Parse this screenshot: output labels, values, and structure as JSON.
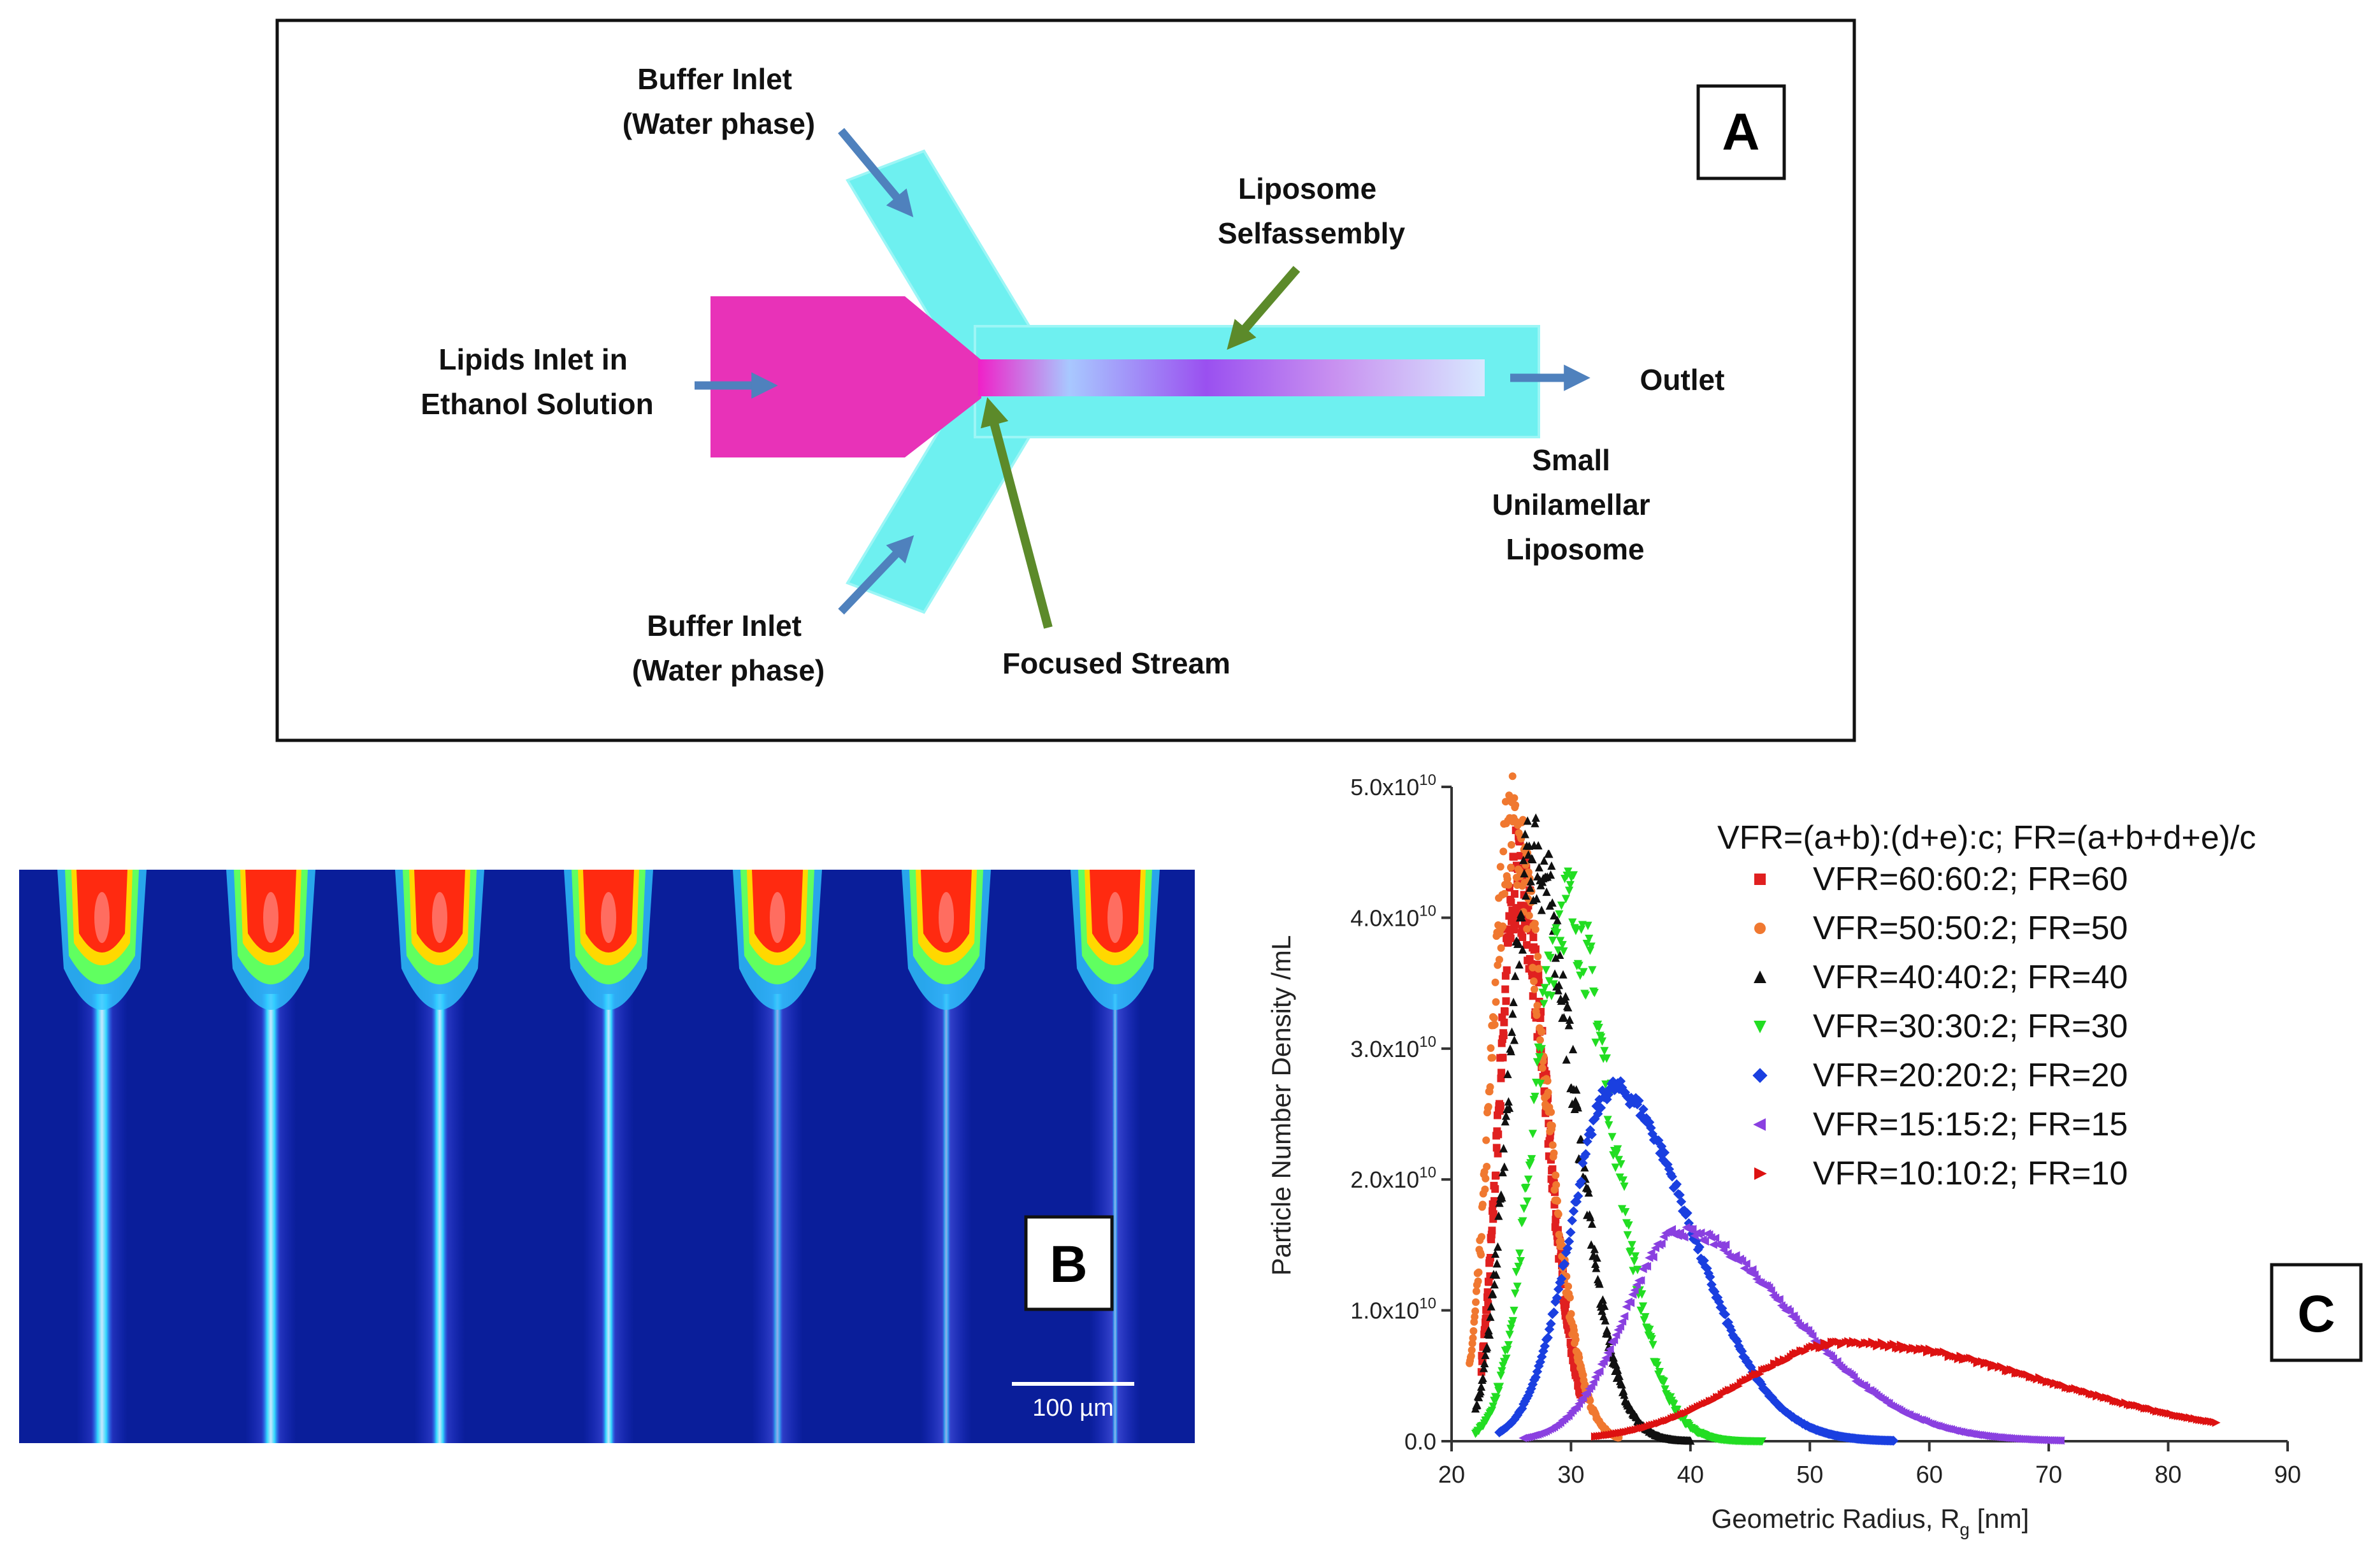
{
  "panel_a": {
    "label": "A",
    "buffer_inlet_top": [
      "Buffer Inlet",
      "(Water phase)"
    ],
    "buffer_inlet_bottom": [
      "Buffer Inlet",
      "(Water phase)"
    ],
    "lipids_inlet": [
      "Lipids Inlet in",
      "Ethanol Solution"
    ],
    "liposome_selfassembly": [
      "Liposome",
      "Selfassembly"
    ],
    "outlet": "Outlet",
    "small_unilamellar": [
      "Small",
      "Unilamellar",
      "Liposome"
    ],
    "focused_stream": "Focused Stream",
    "colors": {
      "lipid": "#e832b8",
      "buffer": "#6ef0f0",
      "arrow_blue": "#4f81bd",
      "arrow_green": "#5c8a2a"
    }
  },
  "panel_b": {
    "label": "B",
    "scale_bar": "100 µm",
    "stream_count": 7,
    "colors": {
      "background": "#0a1e9a"
    }
  },
  "chart_data": {
    "type": "scatter",
    "panel_label": "C",
    "xlabel": "Geometric Radius, R",
    "xlabel_sub": "g",
    "xlabel_unit": " [nm]",
    "ylabel": "Particle Number Density /mL",
    "xlim": [
      20,
      90
    ],
    "ylim": [
      0,
      50000000000.0
    ],
    "x_ticks": [
      "20",
      "30",
      "40",
      "50",
      "60",
      "70",
      "80",
      "90"
    ],
    "y_ticks": [
      {
        "mant": "0.0",
        "exp": ""
      },
      {
        "mant": "1.0x10",
        "exp": "10"
      },
      {
        "mant": "2.0x10",
        "exp": "10"
      },
      {
        "mant": "3.0x10",
        "exp": "10"
      },
      {
        "mant": "4.0x10",
        "exp": "10"
      },
      {
        "mant": "5.0x10",
        "exp": "10"
      }
    ],
    "legend_title": "VFR=(a+b):(d+e):c; FR=(a+b+d+e)/c",
    "legend_placement": "top-right",
    "series": [
      {
        "name": "VFR=60:60:2; FR=60",
        "color": "#e02020",
        "marker": "square",
        "peak_x": 25.5,
        "peak_y": 43000000000.0,
        "start_x": 22.5,
        "end_x": 31,
        "width_l": 1.5,
        "width_r": 2.4
      },
      {
        "name": "VFR=50:50:2; FR=50",
        "color": "#f07830",
        "marker": "circle",
        "peak_x": 25.0,
        "peak_y": 47000000000.0,
        "start_x": 21.5,
        "end_x": 34,
        "width_l": 1.7,
        "width_r": 2.8
      },
      {
        "name": "VFR=40:40:2; FR=40",
        "color": "#101010",
        "marker": "triangle-up",
        "peak_x": 26.8,
        "peak_y": 45000000000.0,
        "start_x": 22,
        "end_x": 40,
        "width_l": 2.0,
        "width_r": 3.4
      },
      {
        "name": "VFR=30:30:2; FR=30",
        "color": "#22dd22",
        "marker": "triangle-down",
        "peak_x": 29.5,
        "peak_y": 41000000000.0,
        "start_x": 22,
        "end_x": 46,
        "width_l": 2.6,
        "width_r": 3.9
      },
      {
        "name": "VFR=20:20:2; FR=20",
        "color": "#1a3fe0",
        "marker": "diamond",
        "peak_x": 33.5,
        "peak_y": 27000000000.0,
        "start_x": 24,
        "end_x": 57,
        "width_l": 3.5,
        "width_r": 6.5
      },
      {
        "name": "VFR=15:15:2; FR=15",
        "color": "#8a40e0",
        "marker": "triangle-left",
        "peak_x": 39.0,
        "peak_y": 16000000000.0,
        "start_x": 26,
        "end_x": 71,
        "width_l": 4.5,
        "width_r": 9.5
      },
      {
        "name": "VFR=10:10:2; FR=10",
        "color": "#dd1111",
        "marker": "triangle-right",
        "peak_x": 53.0,
        "peak_y": 7500000000.0,
        "start_x": 32,
        "end_x": 84,
        "width_l": 8.5,
        "width_r": 17
      }
    ]
  }
}
